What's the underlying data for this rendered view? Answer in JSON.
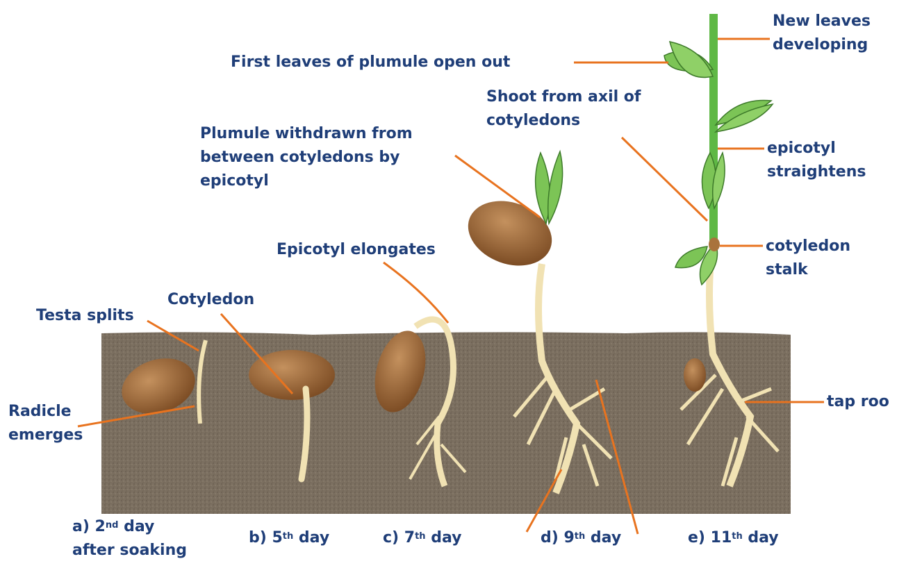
{
  "colors": {
    "label_text": "#1f3e78",
    "leader_line": "#e8731f",
    "soil": "#7b6f60",
    "seed": "#9a6638",
    "root": "#f1e2b3",
    "leaf": "#7cc456",
    "stem": "#5fb845"
  },
  "labels": {
    "new_leaves": [
      "New leaves",
      "developing"
    ],
    "first_leaves": "First leaves of plumule open out",
    "shoot_axil": [
      "Shoot from axil of",
      "cotyledons"
    ],
    "plumule_withdrawn": [
      "Plumule withdrawn from",
      "between cotyledons by",
      "epicotyl"
    ],
    "epicotyl_straightens": [
      "epicotyl",
      "straightens"
    ],
    "epicotyl_elongates": "Epicotyl elongates",
    "cotyledon_stalk": [
      "cotyledon",
      "stalk"
    ],
    "cotyledon": "Cotyledon",
    "testa_splits": "Testa splits",
    "radicle_emerges": [
      "Radicle",
      "emerges"
    ],
    "tap_root": "tap roo"
  },
  "stages": [
    {
      "prefix": "a) 2",
      "sup": "nd",
      "suffix": " day",
      "line2": "after soaking"
    },
    {
      "prefix": "b) 5",
      "sup": "th",
      "suffix": " day"
    },
    {
      "prefix": "c) 7",
      "sup": "th",
      "suffix": " day"
    },
    {
      "prefix": "d) 9",
      "sup": "th",
      "suffix": " day"
    },
    {
      "prefix": "e) 11",
      "sup": "th",
      "suffix": " day"
    }
  ]
}
